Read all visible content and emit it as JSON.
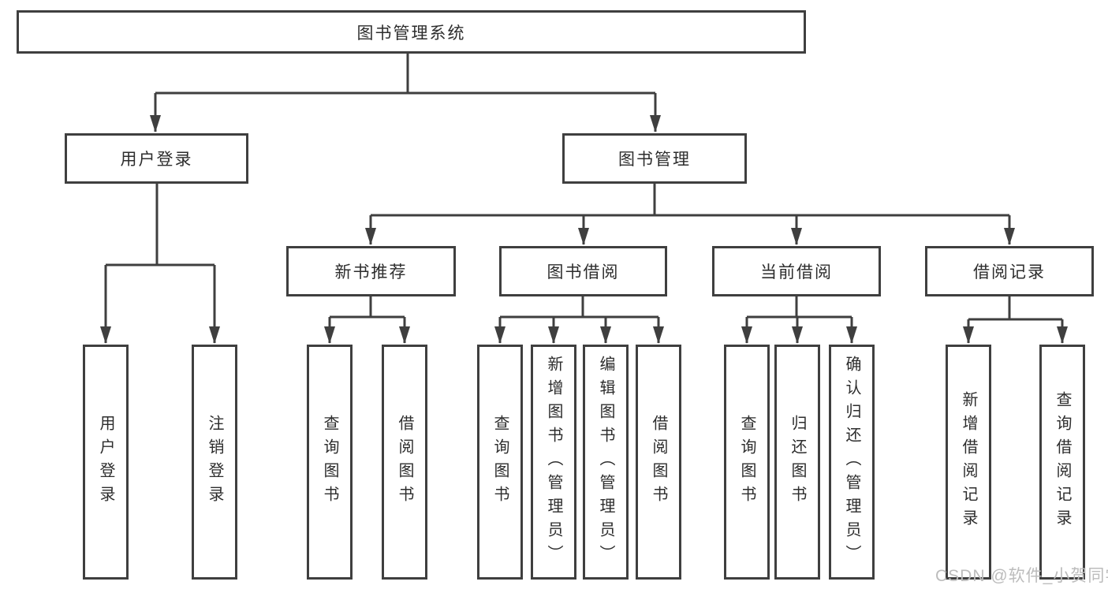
{
  "tree": {
    "root": {
      "label": "图书管理系统",
      "children": [
        {
          "label": "用户登录",
          "children": [
            {
              "label": "用户登录"
            },
            {
              "label": "注销登录"
            }
          ]
        },
        {
          "label": "图书管理",
          "children": [
            {
              "label": "新书推荐",
              "children": [
                {
                  "label": "查询图书"
                },
                {
                  "label": "借阅图书"
                }
              ]
            },
            {
              "label": "图书借阅",
              "children": [
                {
                  "label": "查询图书"
                },
                {
                  "label": "新增图书（管理员）"
                },
                {
                  "label": "编辑图书（管理员）"
                },
                {
                  "label": "借阅图书"
                }
              ]
            },
            {
              "label": "当前借阅",
              "children": [
                {
                  "label": "查询图书"
                },
                {
                  "label": "归还图书"
                },
                {
                  "label": "确认归还（管理员）"
                }
              ]
            },
            {
              "label": "借阅记录",
              "children": [
                {
                  "label": "新增借阅记录"
                },
                {
                  "label": "查询借阅记录"
                }
              ]
            }
          ]
        }
      ]
    }
  },
  "watermark": {
    "text": "CSDN @软件_小贺同学"
  },
  "colors": {
    "line": "#3f3f3f",
    "text": "#2d2d2d",
    "box_background": "#ffffff",
    "watermark": "#bcbcbc",
    "background": "#ffffff"
  }
}
